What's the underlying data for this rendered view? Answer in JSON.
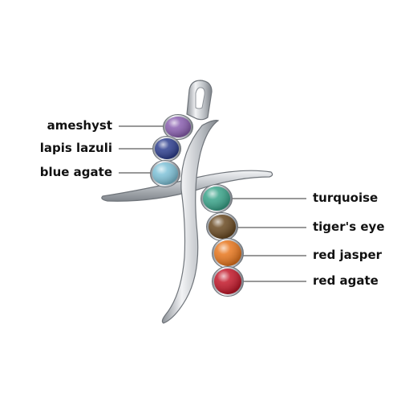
{
  "labels": {
    "left": [
      "ameshyst",
      "lapis lazuli",
      "blue agate"
    ],
    "right": [
      "turquoise",
      "tiger's eye",
      "red jasper",
      "red agate"
    ]
  },
  "stones": [
    {
      "name": "ameshyst",
      "color": "#8a5fb0"
    },
    {
      "name": "lapis lazuli",
      "color": "#2e3f8f"
    },
    {
      "name": "blue agate",
      "color": "#7fc2d8"
    },
    {
      "name": "turquoise",
      "color": "#3aa48a"
    },
    {
      "name": "tiger's eye",
      "color": "#6a4a22"
    },
    {
      "name": "red jasper",
      "color": "#e8771e"
    },
    {
      "name": "red agate",
      "color": "#c2182a"
    }
  ],
  "colors": {
    "metal": "#c8cbd0",
    "metal_dark": "#8e9399",
    "line": "#333333"
  }
}
